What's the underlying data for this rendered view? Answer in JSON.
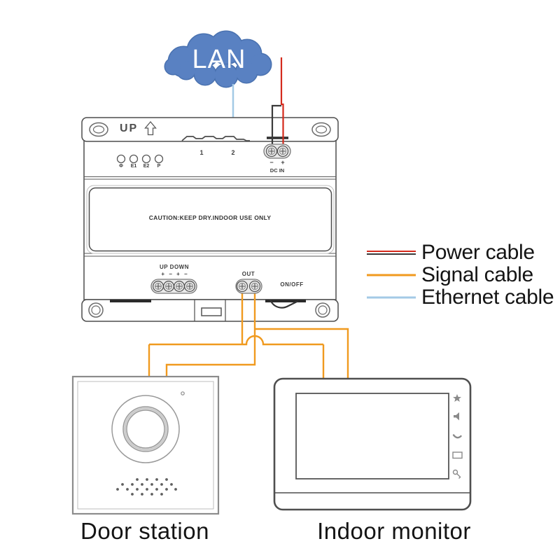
{
  "colors": {
    "cloud": "#5981c2",
    "cloud_edge": "#4a72b0",
    "ethernet": "#a3cae6",
    "power_red": "#d42a1c",
    "power_black": "#3a3a3a",
    "signal": "#f09a1f"
  },
  "cloud": {
    "label": "LAN"
  },
  "unit": {
    "up_label": "UP",
    "ports": {
      "p1": "1",
      "p2": "2"
    },
    "leds": [
      "Φ",
      "E1",
      "E2",
      "P"
    ],
    "dc": {
      "minus": "−",
      "plus": "+",
      "label": "DC IN"
    },
    "caution": "CAUTION:KEEP DRY.INDOOR USE ONLY",
    "updown": {
      "label": "UP DOWN",
      "polarity": "+ − + −"
    },
    "out_label": "OUT",
    "onoff_label": "ON/OFF"
  },
  "legend": {
    "items": [
      {
        "label": "Power cable",
        "type": "power"
      },
      {
        "label": "Signal cable",
        "type": "signal"
      },
      {
        "label": "Ethernet cable",
        "type": "ethernet"
      }
    ]
  },
  "devices": {
    "door_station": {
      "label": "Door station"
    },
    "indoor_monitor": {
      "label": "Indoor monitor",
      "icons": [
        "star",
        "mute",
        "talk",
        "screen",
        "unlock"
      ]
    }
  }
}
